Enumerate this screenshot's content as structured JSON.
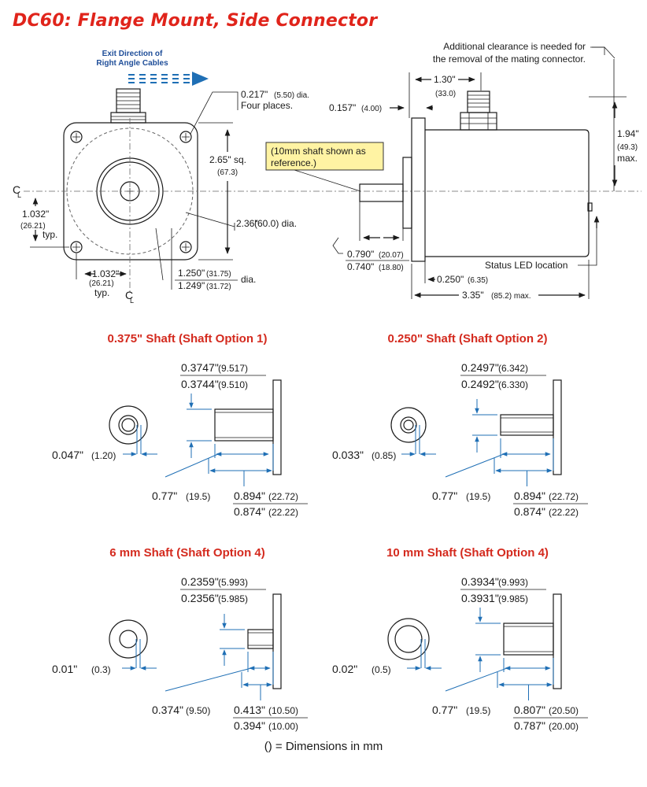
{
  "title": "DC60: Flange Mount, Side Connector",
  "exit_direction": {
    "line1": "Exit Direction of",
    "line2": "Right Angle Cables"
  },
  "front_view": {
    "hole_dia": "0.217\"",
    "hole_dia_mm": "(5.50) dia.",
    "hole_places": "Four places.",
    "square": "2.65\" sq.",
    "square_mm": "(67.3)",
    "bolt_circle": "2.36\"",
    "bolt_circle_mm": "(60.0) dia.",
    "vert_offset": "1.032\"",
    "vert_offset_mm": "(26.21)",
    "vert_typ": "typ.",
    "horiz_offset": "1.032\"",
    "horiz_offset_mm": "(26.21)",
    "horiz_typ": "typ.",
    "pilot_max": "1.250\"",
    "pilot_max_mm": "(31.75)",
    "pilot_min": "1.249\"",
    "pilot_min_mm": "(31.72)",
    "pilot_dia": "dia.",
    "centerline": "C",
    "centerline_sub": "L"
  },
  "side_view": {
    "clearance_note_1": "Additional clearance is needed for",
    "clearance_note_2": "the removal of the mating connector.",
    "connector_offset": "1.30\"",
    "connector_offset_mm": "(33.0)",
    "flange_thk": "0.157\"",
    "flange_thk_mm": "(4.00)",
    "shaft_note_1": "(10mm shaft shown as",
    "shaft_note_2": "reference.)",
    "height": "1.94\"",
    "height_mm": "(49.3)",
    "height_max": "max.",
    "shaft_len_max": "0.790\"",
    "shaft_len_max_mm": "(20.07)",
    "shaft_len_min": "0.740\"",
    "shaft_len_min_mm": "(18.80)",
    "led_label": "Status LED location",
    "pilot_len": "0.250\"",
    "pilot_len_mm": "(6.35)",
    "overall_len": "3.35\"",
    "overall_len_mm": "(85.2) max."
  },
  "shafts": [
    {
      "title": "0.375\" Shaft  (Shaft Option 1)",
      "dia_max": "0.3747\"",
      "dia_max_mm": "(9.517)",
      "dia_min": "0.3744\"",
      "dia_min_mm": "(9.510)",
      "flat": "0.047\"",
      "flat_mm": "(1.20)",
      "flat_len": "0.77\"",
      "flat_len_mm": "(19.5)",
      "len_max": "0.894\"",
      "len_max_mm": "(22.72)",
      "len_min": "0.874\"",
      "len_min_mm": "(22.22)"
    },
    {
      "title": "0.250\" Shaft  (Shaft Option 2)",
      "dia_max": "0.2497\"",
      "dia_max_mm": "(6.342)",
      "dia_min": "0.2492\"",
      "dia_min_mm": "(6.330)",
      "flat": "0.033\"",
      "flat_mm": "(0.85)",
      "flat_len": "0.77\"",
      "flat_len_mm": "(19.5)",
      "len_max": "0.894\"",
      "len_max_mm": "(22.72)",
      "len_min": "0.874\"",
      "len_min_mm": "(22.22)"
    },
    {
      "title": "6 mm Shaft  (Shaft Option 4)",
      "dia_max": "0.2359\"",
      "dia_max_mm": "(5.993)",
      "dia_min": "0.2356\"",
      "dia_min_mm": "(5.985)",
      "flat": "0.01\"",
      "flat_mm": "(0.3)",
      "flat_len": "0.374\"",
      "flat_len_mm": "(9.50)",
      "len_max": "0.413\"",
      "len_max_mm": "(10.50)",
      "len_min": "0.394\"",
      "len_min_mm": "(10.00)"
    },
    {
      "title": "10 mm Shaft  (Shaft Option 4)",
      "dia_max": "0.3934\"",
      "dia_max_mm": "(9.993)",
      "dia_min": "0.3931\"",
      "dia_min_mm": "(9.985)",
      "flat": "0.02\"",
      "flat_mm": "(0.5)",
      "flat_len": "0.77\"",
      "flat_len_mm": "(19.5)",
      "len_max": "0.807\"",
      "len_max_mm": "(20.50)",
      "len_min": "0.787\"",
      "len_min_mm": "(20.00)"
    }
  ],
  "footnote": "() = Dimensions in mm",
  "colors": {
    "title": "#e0241b",
    "section_title": "#d42a1e",
    "dimension_line": "#1f6fb5",
    "note_box": "#fff3a3",
    "exit_arrow": "#1f6fb5"
  }
}
